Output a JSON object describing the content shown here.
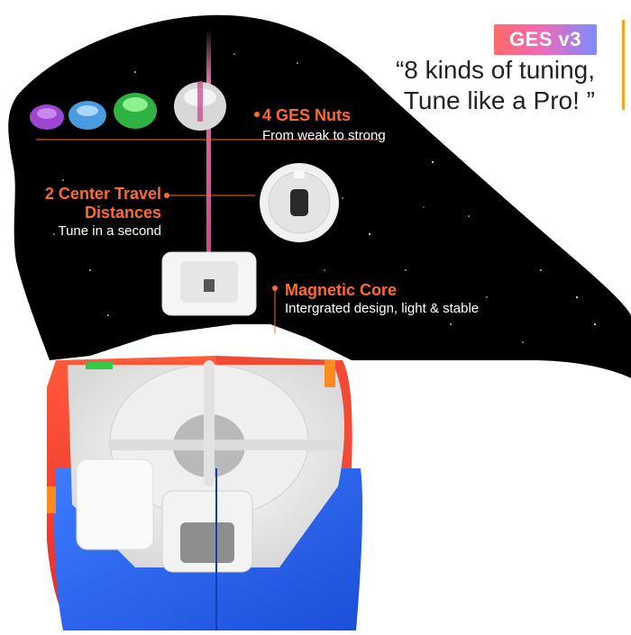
{
  "badge": {
    "text": "GES v3"
  },
  "tagline": {
    "line1": "“8 kinds of tuning,",
    "line2": "Tune like a Pro! ”"
  },
  "labels": {
    "nuts": {
      "title": "4 GES Nuts",
      "subtitle": "From weak to strong"
    },
    "travel": {
      "title_line1": "2 Center Travel",
      "title_line2": "Distances",
      "subtitle": "Tune in a second"
    },
    "core": {
      "title": "Magnetic Core",
      "subtitle": "Intergrated design, light & stable"
    }
  },
  "colors": {
    "accent": "#ff6a2e",
    "badge_gradient": [
      "#ff6a6a",
      "#f368b6",
      "#7b8cff"
    ],
    "space": "#000000",
    "nut_colors": [
      "#a451d6",
      "#5aa8e0",
      "#3fbf4a",
      "#d9d9d9"
    ],
    "cube_faces": [
      "#ff3d2e",
      "#2d6df2",
      "#ffffff"
    ]
  }
}
